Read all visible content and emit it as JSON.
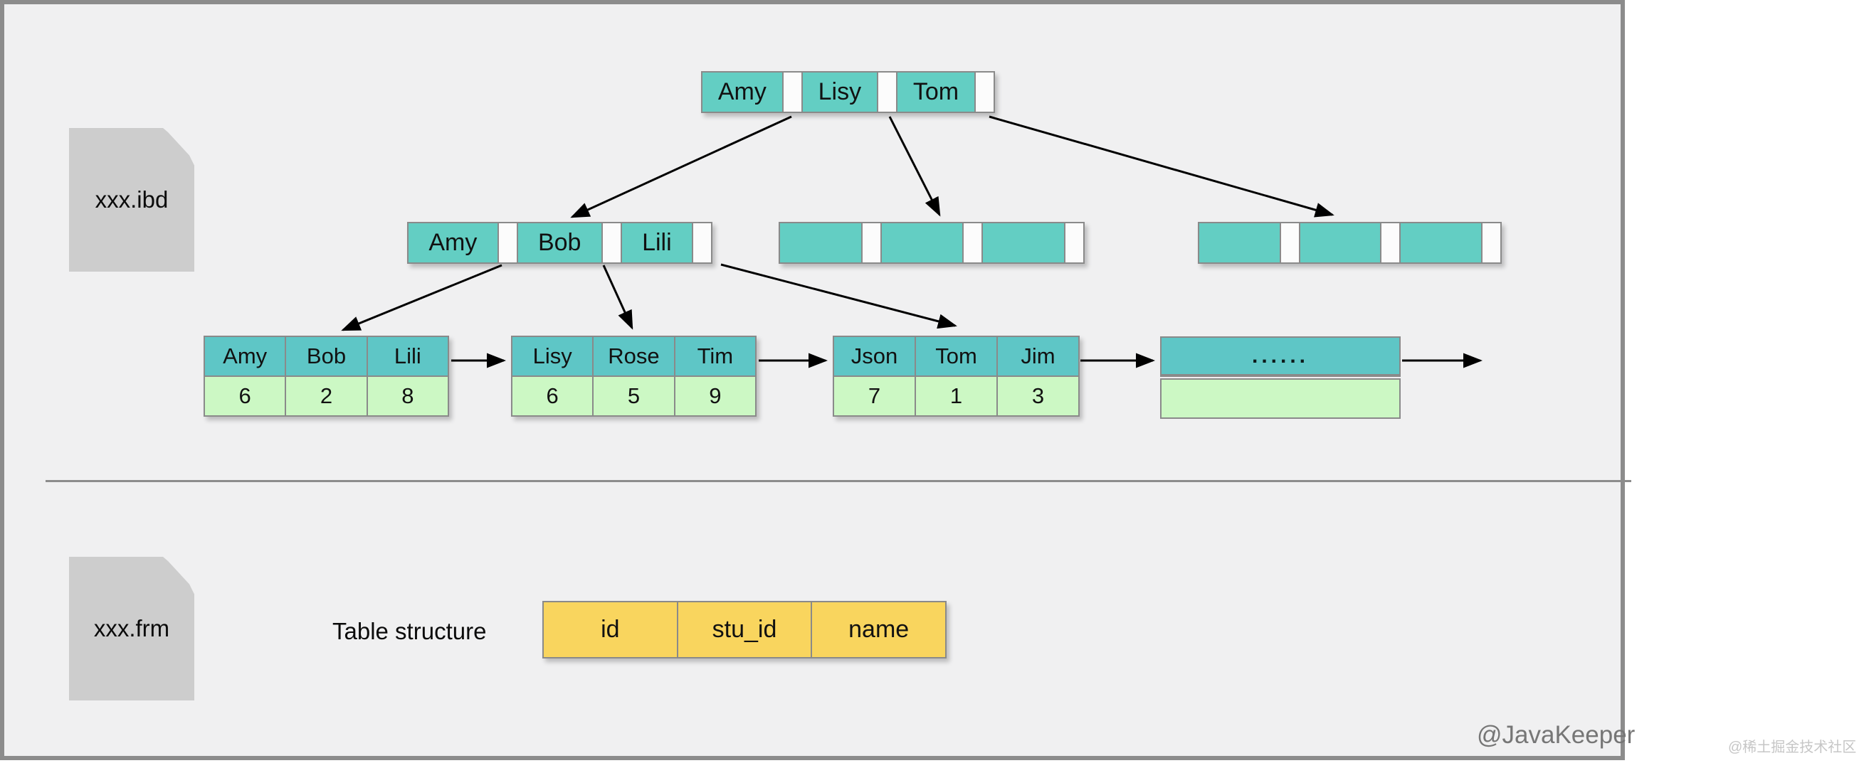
{
  "files": {
    "ibd_label": "xxx.ibd",
    "frm_label": "xxx.frm"
  },
  "tree": {
    "root": {
      "keys": [
        "Amy",
        "Lisy",
        "Tom"
      ]
    },
    "internal_left": {
      "keys": [
        "Amy",
        "Bob",
        "Lili"
      ]
    },
    "internal_mid": {
      "keys": [
        "",
        "",
        ""
      ]
    },
    "internal_right": {
      "keys": [
        "",
        "",
        ""
      ]
    },
    "leaf1": {
      "keys": [
        "Amy",
        "Bob",
        "Lili"
      ],
      "values": [
        "6",
        "2",
        "8"
      ]
    },
    "leaf2": {
      "keys": [
        "Lisy",
        "Rose",
        "Tim"
      ],
      "values": [
        "6",
        "5",
        "9"
      ]
    },
    "leaf3": {
      "keys": [
        "Json",
        "Tom",
        "Jim"
      ],
      "values": [
        "7",
        "1",
        "3"
      ]
    },
    "leaf4": {
      "ellipsis": "......"
    }
  },
  "table": {
    "label": "Table structure",
    "columns": [
      "id",
      "stu_id",
      "name"
    ]
  },
  "watermarks": {
    "author": "@JavaKeeper",
    "community": "@稀土掘金技术社区"
  },
  "colors": {
    "internal_key_fill": "#63cec3",
    "leaf_key_fill": "#5ec6c6",
    "leaf_value_fill": "#ccf8c4",
    "pointer_fill": "#fcfcfc",
    "table_cell_fill": "#f9d55e",
    "file_icon_fill": "#cdcdcd",
    "frame_bg": "#f0f0f1",
    "border_gray": "#8c8c8c",
    "arrow": "#000000"
  }
}
